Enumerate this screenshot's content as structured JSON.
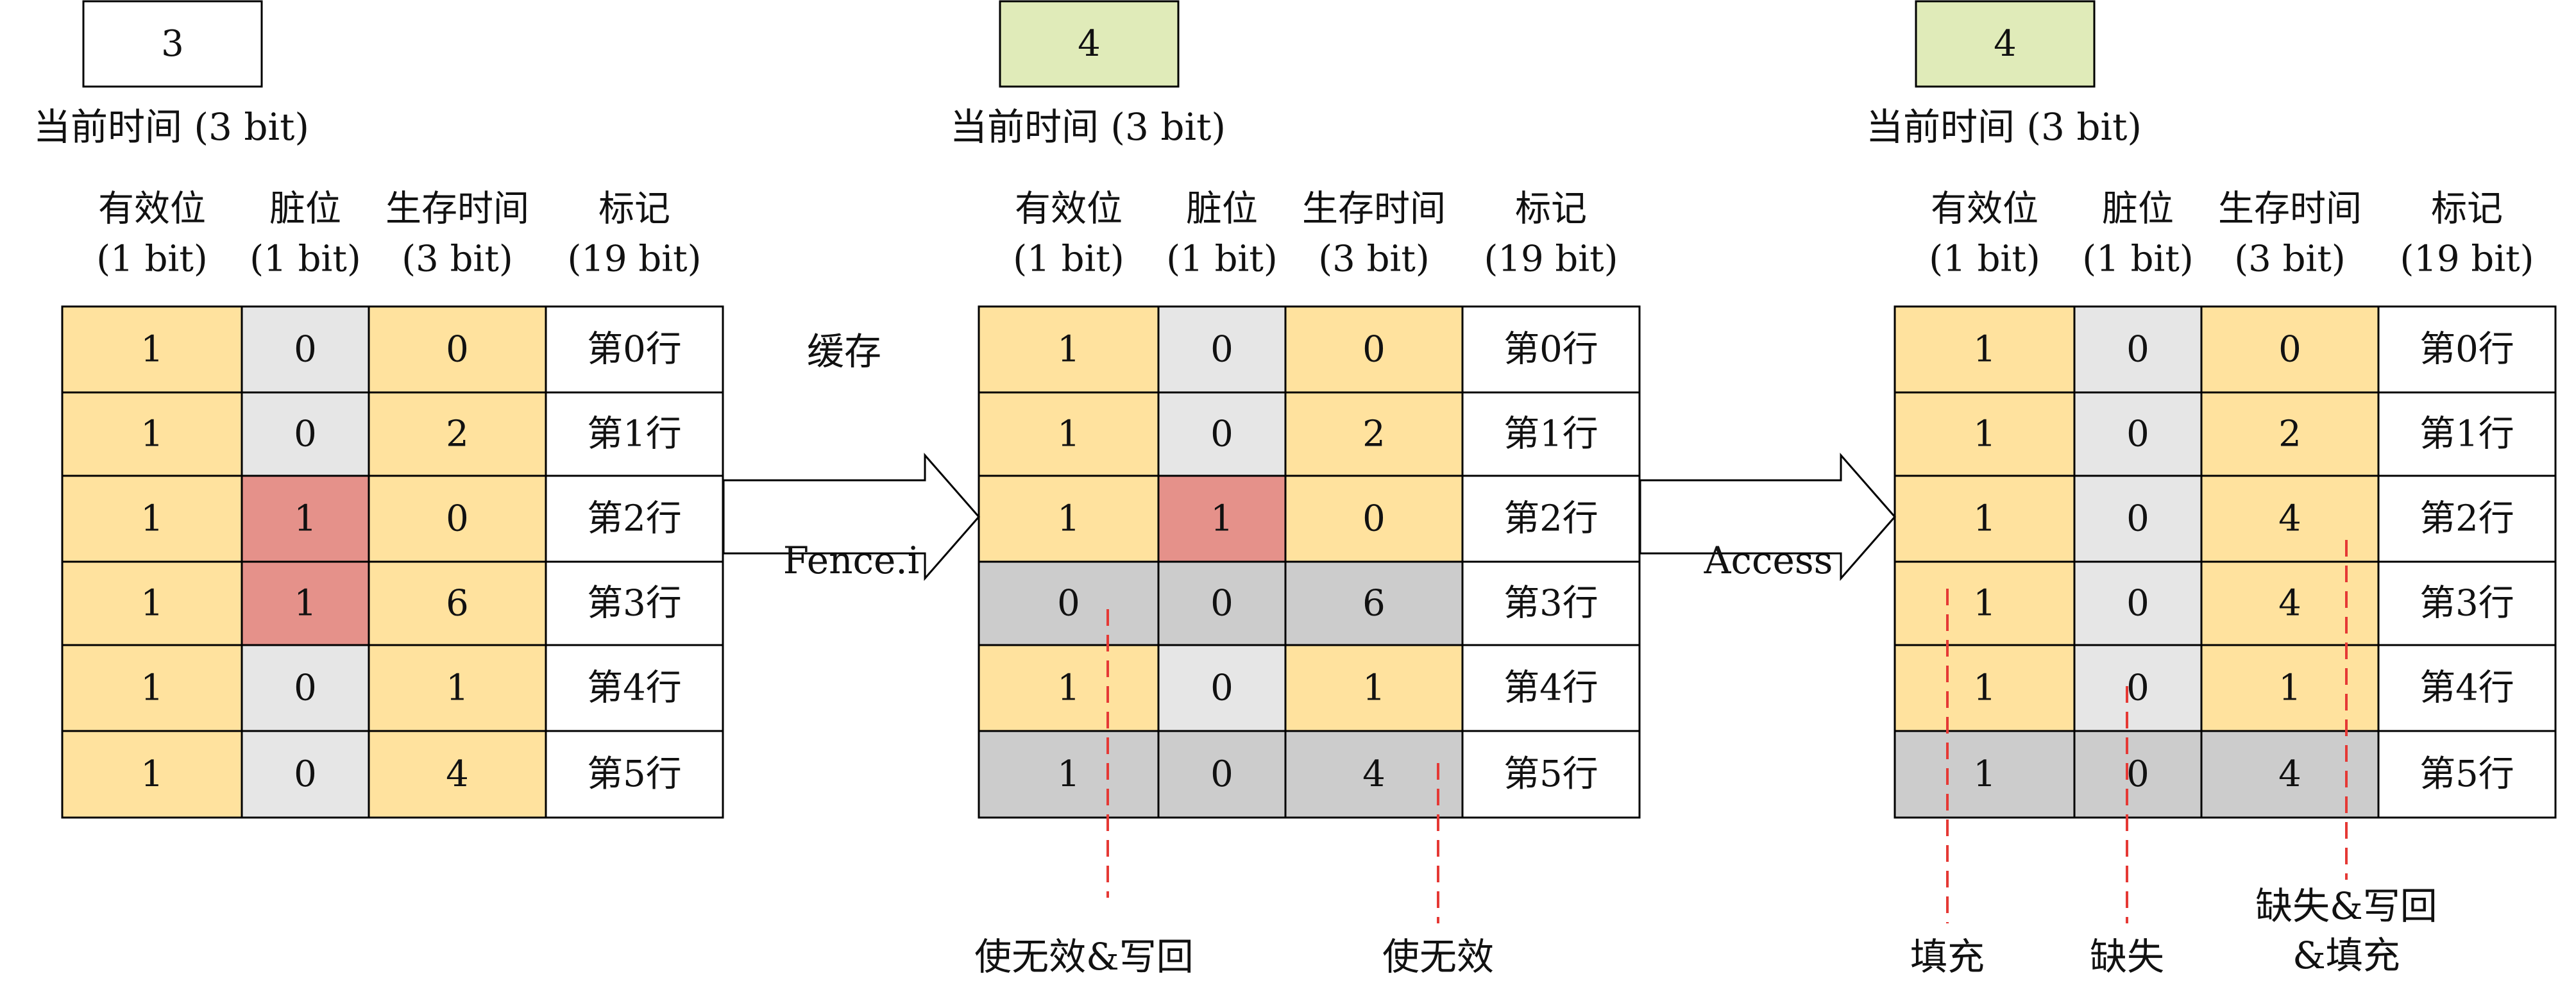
{
  "colors": {
    "valid": "#FFE29E",
    "dirty_clean": "#E6E6E6",
    "dirty_set": "#E5918A",
    "invalid": "#CCCCCC",
    "time_box_initial": "#FFFFFF",
    "time_box_updated": "#E0EBB9",
    "annotation_line": "#E53935",
    "border": "#000000"
  },
  "states": [
    {
      "current_time": "3",
      "current_time_label": "当前时间 (3 bit)",
      "column_headers": [
        {
          "name": "有效位",
          "bits": "(1 bit)"
        },
        {
          "name": "脏位",
          "bits": "(1 bit)"
        },
        {
          "name": "生存时间",
          "bits": "(3 bit)"
        },
        {
          "name": "标记",
          "bits": "(19 bit)"
        }
      ],
      "rows": [
        {
          "valid": "1",
          "dirty": "0",
          "age": "0",
          "tag": "第0行",
          "valid_state": "valid",
          "dirty_state": "clean",
          "age_state": "valid"
        },
        {
          "valid": "1",
          "dirty": "0",
          "age": "2",
          "tag": "第1行",
          "valid_state": "valid",
          "dirty_state": "clean",
          "age_state": "valid"
        },
        {
          "valid": "1",
          "dirty": "1",
          "age": "0",
          "tag": "第2行",
          "valid_state": "valid",
          "dirty_state": "dirty",
          "age_state": "valid"
        },
        {
          "valid": "1",
          "dirty": "1",
          "age": "6",
          "tag": "第3行",
          "valid_state": "valid",
          "dirty_state": "dirty",
          "age_state": "valid"
        },
        {
          "valid": "1",
          "dirty": "0",
          "age": "1",
          "tag": "第4行",
          "valid_state": "valid",
          "dirty_state": "clean",
          "age_state": "valid"
        },
        {
          "valid": "1",
          "dirty": "0",
          "age": "4",
          "tag": "第5行",
          "valid_state": "valid",
          "dirty_state": "clean",
          "age_state": "valid"
        }
      ]
    },
    {
      "current_time": "4",
      "current_time_label": "当前时间 (3 bit)",
      "column_headers": [
        {
          "name": "有效位",
          "bits": "(1 bit)"
        },
        {
          "name": "脏位",
          "bits": "(1 bit)"
        },
        {
          "name": "生存时间",
          "bits": "(3 bit)"
        },
        {
          "name": "标记",
          "bits": "(19 bit)"
        }
      ],
      "rows": [
        {
          "valid": "1",
          "dirty": "0",
          "age": "0",
          "tag": "第0行",
          "valid_state": "valid",
          "dirty_state": "clean",
          "age_state": "valid"
        },
        {
          "valid": "1",
          "dirty": "0",
          "age": "2",
          "tag": "第1行",
          "valid_state": "valid",
          "dirty_state": "clean",
          "age_state": "valid"
        },
        {
          "valid": "1",
          "dirty": "1",
          "age": "0",
          "tag": "第2行",
          "valid_state": "valid",
          "dirty_state": "dirty",
          "age_state": "valid"
        },
        {
          "valid": "0",
          "dirty": "0",
          "age": "6",
          "tag": "第3行",
          "valid_state": "invalid",
          "dirty_state": "invalid",
          "age_state": "invalid"
        },
        {
          "valid": "1",
          "dirty": "0",
          "age": "1",
          "tag": "第4行",
          "valid_state": "valid",
          "dirty_state": "clean",
          "age_state": "valid"
        },
        {
          "valid": "1",
          "dirty": "0",
          "age": "4",
          "tag": "第5行",
          "valid_state": "invalid",
          "dirty_state": "invalid",
          "age_state": "invalid"
        }
      ]
    },
    {
      "current_time": "4",
      "current_time_label": "当前时间 (3 bit)",
      "column_headers": [
        {
          "name": "有效位",
          "bits": "(1 bit)"
        },
        {
          "name": "脏位",
          "bits": "(1 bit)"
        },
        {
          "name": "生存时间",
          "bits": "(3 bit)"
        },
        {
          "name": "标记",
          "bits": "(19 bit)"
        }
      ],
      "rows": [
        {
          "valid": "1",
          "dirty": "0",
          "age": "0",
          "tag": "第0行",
          "valid_state": "valid",
          "dirty_state": "clean",
          "age_state": "valid"
        },
        {
          "valid": "1",
          "dirty": "0",
          "age": "2",
          "tag": "第1行",
          "valid_state": "valid",
          "dirty_state": "clean",
          "age_state": "valid"
        },
        {
          "valid": "1",
          "dirty": "0",
          "age": "4",
          "tag": "第2行",
          "valid_state": "valid",
          "dirty_state": "clean",
          "age_state": "valid"
        },
        {
          "valid": "1",
          "dirty": "0",
          "age": "4",
          "tag": "第3行",
          "valid_state": "valid",
          "dirty_state": "clean",
          "age_state": "valid"
        },
        {
          "valid": "1",
          "dirty": "0",
          "age": "1",
          "tag": "第4行",
          "valid_state": "valid",
          "dirty_state": "clean",
          "age_state": "valid"
        },
        {
          "valid": "1",
          "dirty": "0",
          "age": "4",
          "tag": "第5行",
          "valid_state": "invalid",
          "dirty_state": "invalid",
          "age_state": "invalid"
        }
      ]
    }
  ],
  "cache_label": "缓存",
  "transitions": [
    {
      "label": "Fence.i"
    },
    {
      "label": "Access"
    }
  ],
  "annotations": [
    {
      "state": 1,
      "label": "使无效&写回"
    },
    {
      "state": 1,
      "label": "使无效"
    },
    {
      "state": 2,
      "label": "填充"
    },
    {
      "state": 2,
      "label": "缺失"
    },
    {
      "state": 2,
      "label": "缺失&写回\n&填充"
    }
  ]
}
